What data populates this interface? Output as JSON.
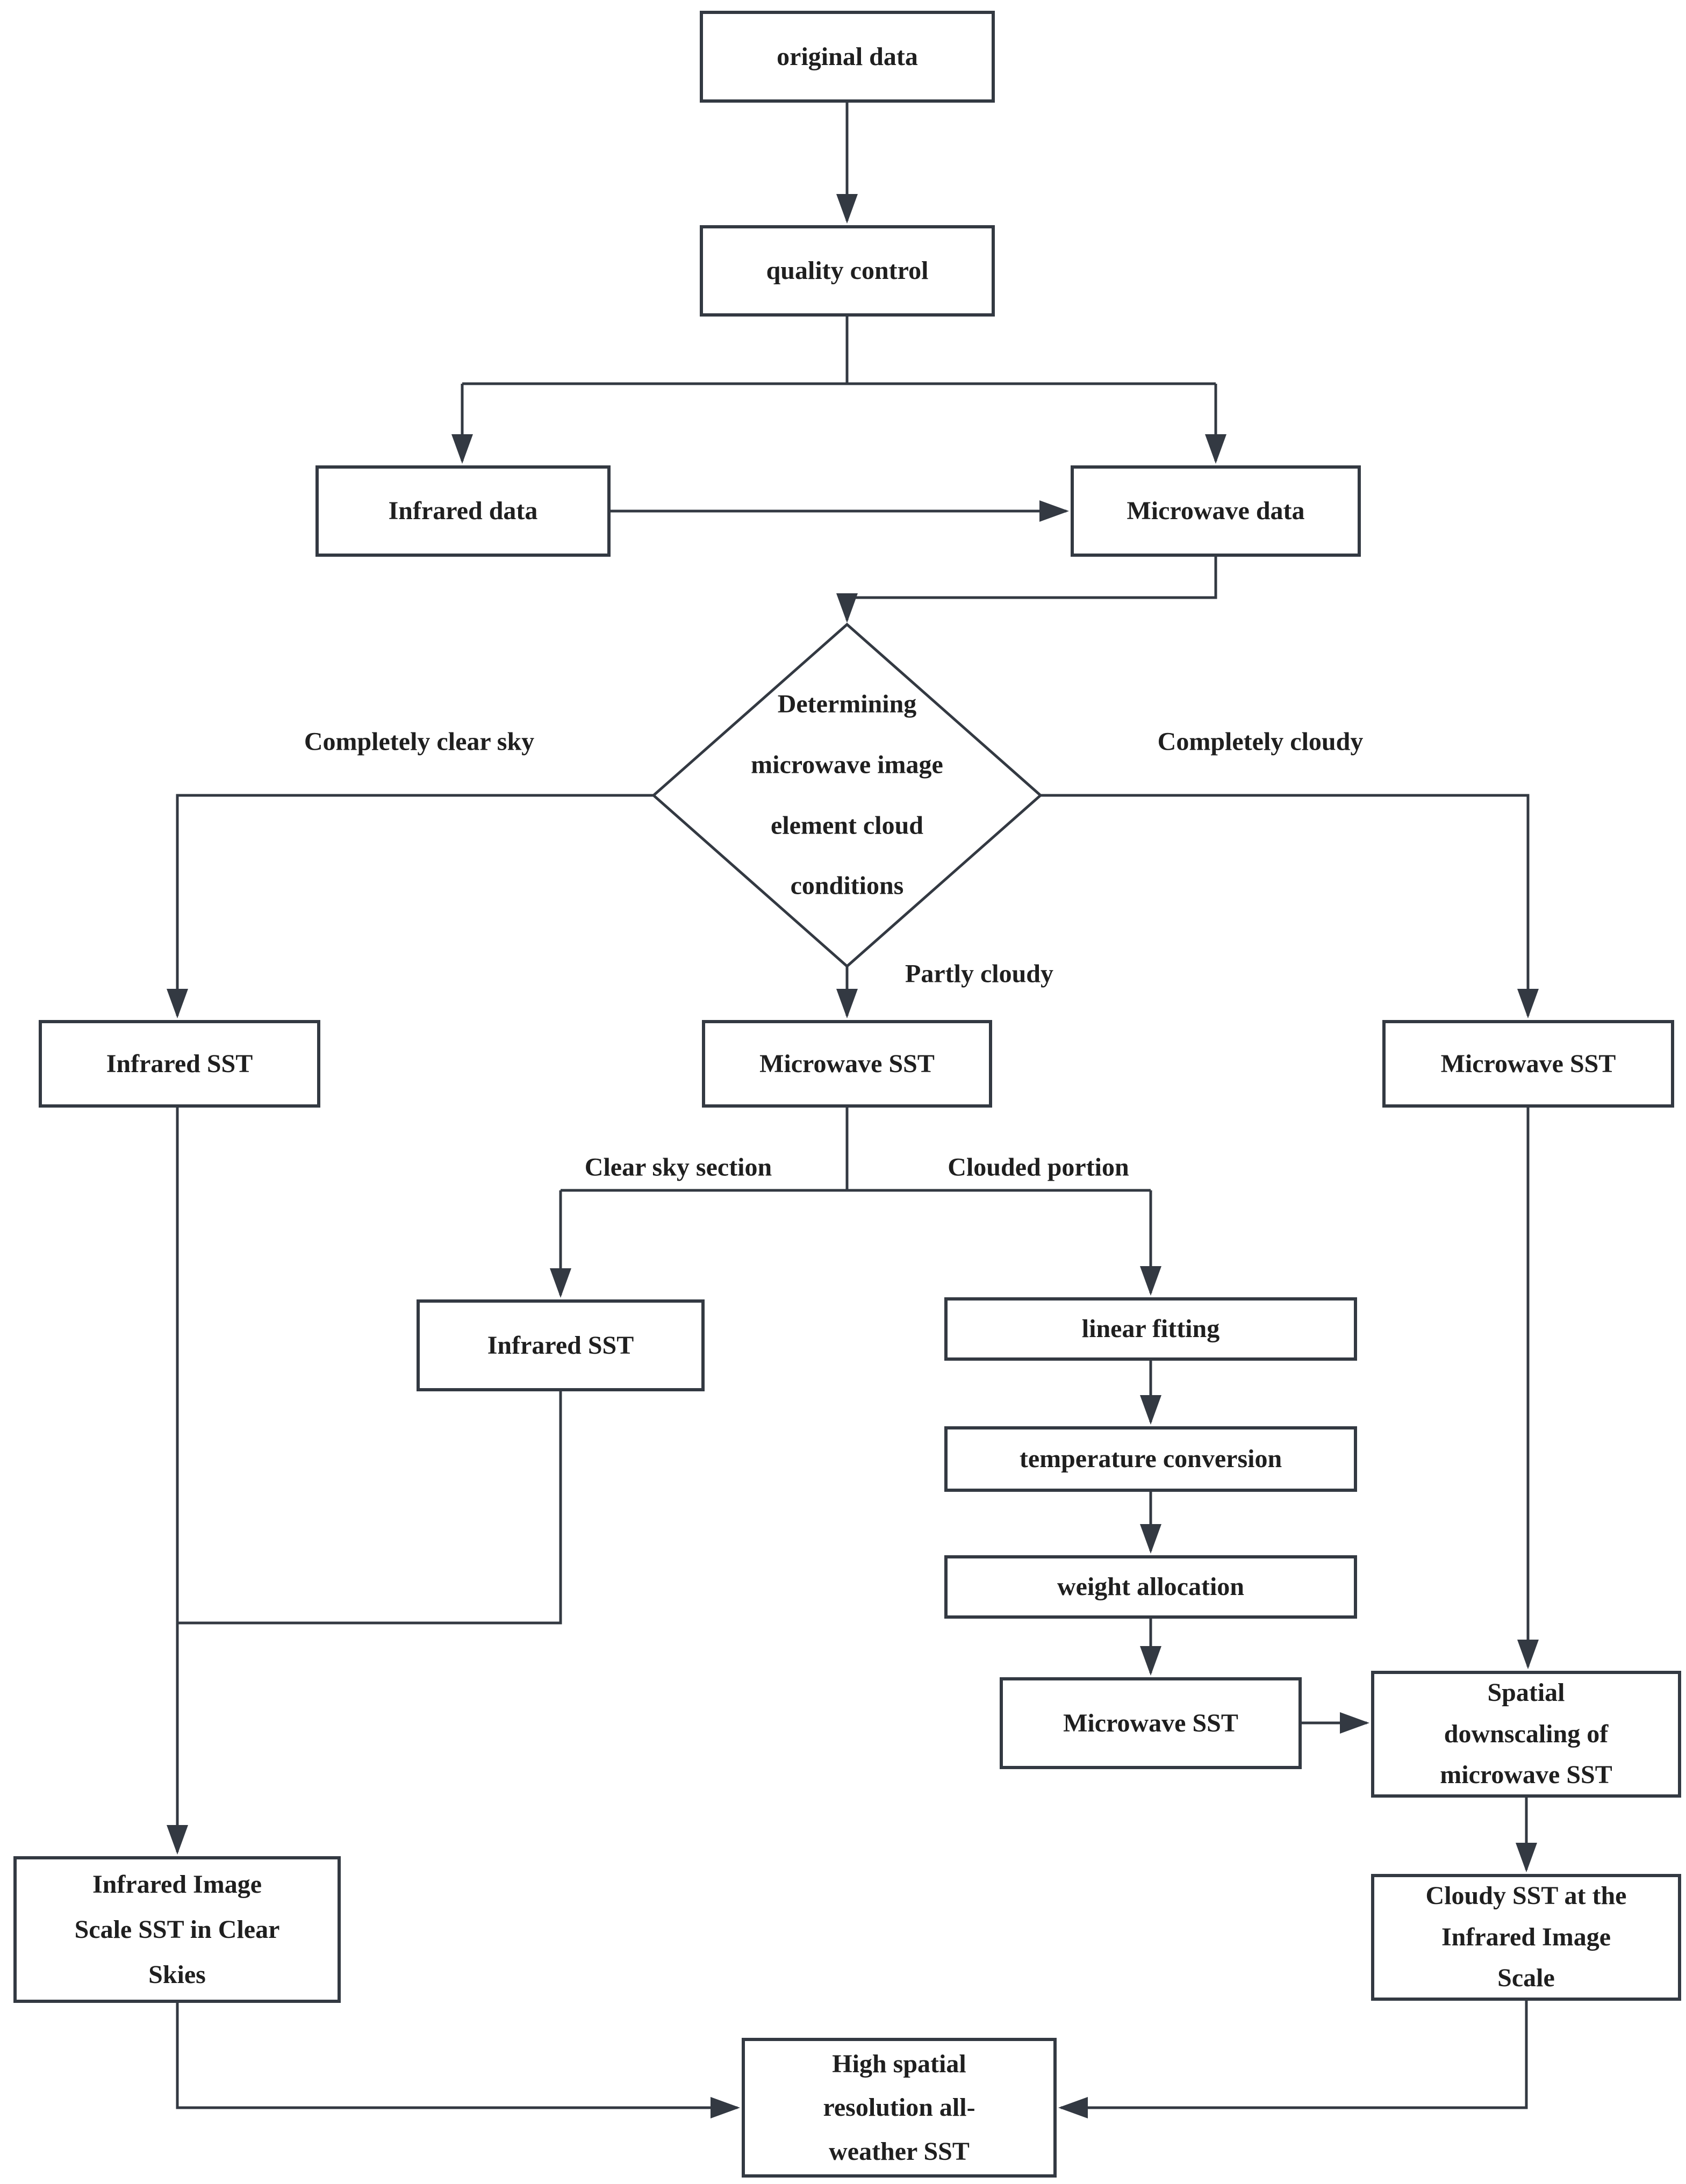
{
  "diagram": {
    "background": "#ffffff",
    "line_color": "#333942",
    "text_color": "#1f1f1f",
    "nodes": {
      "original_data": {
        "label": "original data"
      },
      "quality_control": {
        "label": "quality control"
      },
      "infrared_data": {
        "label": "Infrared data"
      },
      "microwave_data": {
        "label": "Microwave data"
      },
      "decision": {
        "label": "Determining\nmicrowave image\nelement cloud\nconditions"
      },
      "infrared_sst_clear": {
        "label": "Infrared SST"
      },
      "microwave_sst_partly": {
        "label": "Microwave SST"
      },
      "microwave_sst_cloudy": {
        "label": "Microwave SST"
      },
      "infrared_sst_clear_section": {
        "label": "Infrared SST"
      },
      "linear_fitting": {
        "label": "linear fitting"
      },
      "temperature_conversion": {
        "label": "temperature conversion"
      },
      "weight_allocation": {
        "label": "weight allocation"
      },
      "microwave_sst_clouded": {
        "label": "Microwave SST"
      },
      "spatial_downscaling": {
        "label": "Spatial\ndownscaling of\nmicrowave SST"
      },
      "cloudy_sst_infrared_scale": {
        "label": "Cloudy SST at the\nInfrared Image\nScale"
      },
      "infrared_image_scale_clear": {
        "label": "Infrared Image\nScale SST in Clear\nSkies"
      },
      "high_spatial_all_weather": {
        "label": "High spatial\nresolution all-\nweather SST"
      }
    },
    "edge_labels": {
      "completely_clear_sky": "Completely clear sky",
      "completely_cloudy": "Completely cloudy",
      "partly_cloudy": "Partly cloudy",
      "clear_sky_section": "Clear sky section",
      "clouded_portion": "Clouded portion"
    }
  }
}
